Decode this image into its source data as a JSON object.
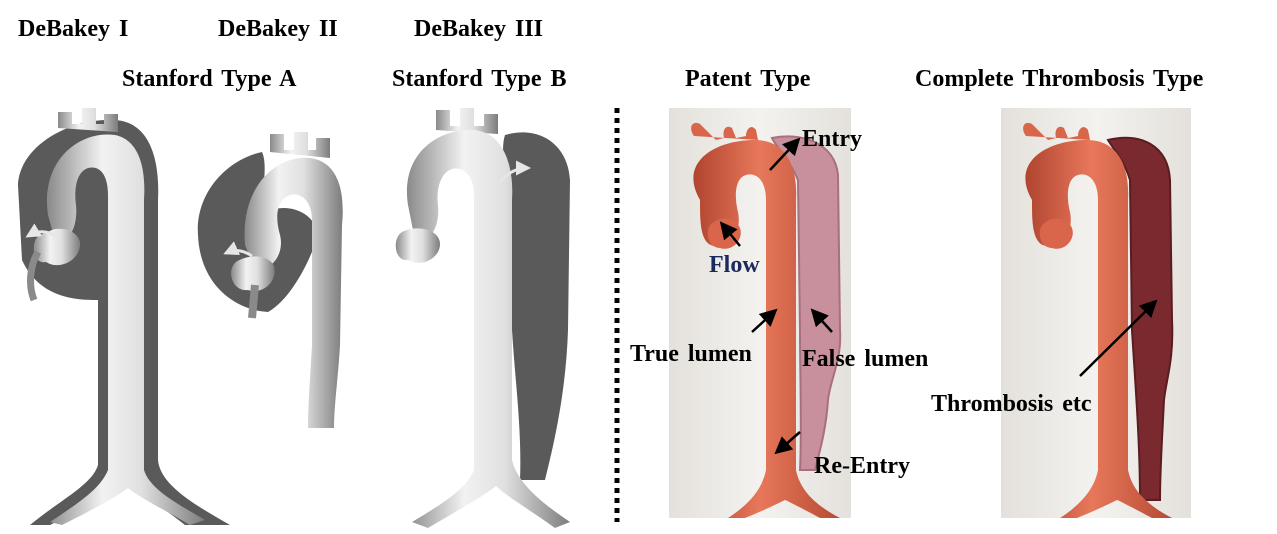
{
  "classification": {
    "debakey_1": "DeBakey I",
    "debakey_2": "DeBakey II",
    "debakey_3": "DeBakey III",
    "stanford_a": "Stanford Type A",
    "stanford_b": "Stanford Type B"
  },
  "patent_panel": {
    "title": "Patent Type",
    "entry": "Entry",
    "flow": "Flow",
    "true_lumen": "True lumen",
    "false_lumen": "False lumen",
    "re_entry": "Re-Entry"
  },
  "thrombosis_panel": {
    "title": "Complete Thrombosis Type",
    "thrombosis": "Thrombosis etc"
  },
  "colors": {
    "aorta_gray": "#c8c8c8",
    "false_lumen_gray": "#5a5a5a",
    "aorta_red": "#d9664a",
    "false_lumen_pink": "#c7909c",
    "thrombus": "#7a2a2f",
    "flow_text": "#1b2a5c",
    "panel_bg": "#ede9e4"
  }
}
